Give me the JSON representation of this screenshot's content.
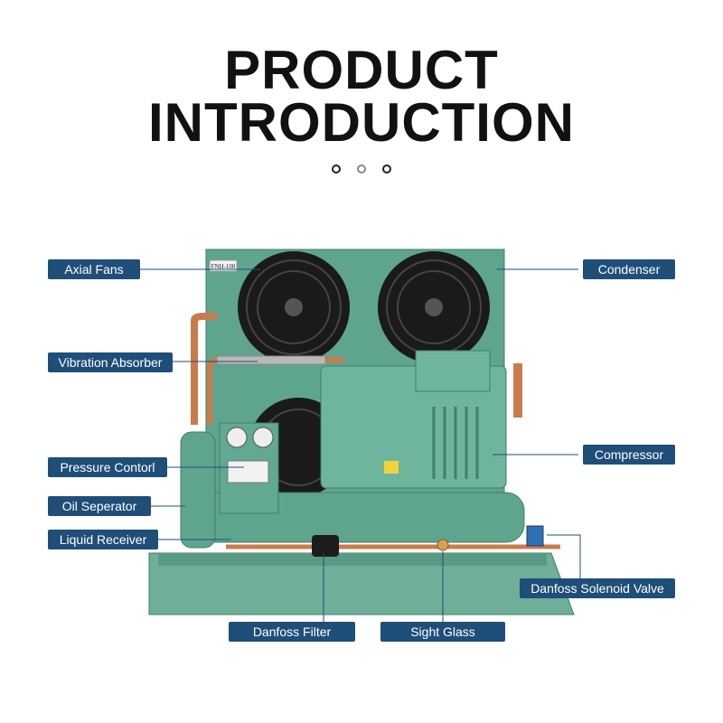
{
  "header": {
    "title_line1": "PRODUCT",
    "title_line2": "INTRODUCTION"
  },
  "pager": {
    "count": 3,
    "active_index": 1
  },
  "colors": {
    "label_bg": "#1f4e79",
    "label_text": "#ffffff",
    "machine_green": "#5fa58e",
    "machine_dark": "#3f7f6b",
    "copper": "#c97b4b"
  },
  "unit": {
    "plate_text": "FNH-100"
  },
  "callouts": {
    "axial_fans": "Axial Fans",
    "condenser": "Condenser",
    "vibration_absorber": "Vibration Absorber",
    "compressor": "Compressor",
    "pressure_control": "Pressure Contorl",
    "oil_separator": "Oil Seperator",
    "liquid_receiver": "Liquid Receiver",
    "solenoid_valve": "Danfoss Solenoid Valve",
    "danfoss_filter": "Danfoss Filter",
    "sight_glass": "Sight Glass"
  }
}
